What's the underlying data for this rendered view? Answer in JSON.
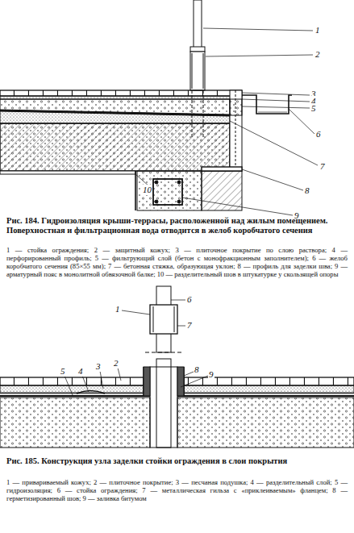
{
  "diagram": {
    "labels": [
      "1",
      "2",
      "3",
      "4",
      "5",
      "6",
      "7",
      "8",
      "9",
      "10",
      "Рис. 184. Гидроизоляция крыши-террасы, расположенной над жилым помещением. Поверхностная и фильтрационная вода отводится в желоб коробчатого сечения",
      "1 — стойка ограждения; 2 — защитный кожух; 3 — плиточное покрытие по слою раствора; 4 — перфорированный профиль; 5 — фильтрующий слой (бетон с монофракционным заполнителем); 6 — желоб коробчатого сечения (85×55 мм); 7 — бетонная стяжка, образующая уклон; 8 — профиль для заделки шва; 9 — арматурный пояс в монолитной обвязочной балке; 10 — разделительный шов в штукатурке у скользящей опоры",
      "1",
      "6",
      "7",
      "5",
      "4",
      "3",
      "2",
      "8",
      "9",
      "Рис. 185. Конструкция узла заделки стойки ограждения в слои покрытия",
      "1 — привариваемый кожух; 2 — плиточное покрытие; 3 — песчаная подушка; 4 — разделительный слой; 5 — гидроизоляция; 6 — стойка ограждения; 7 — металлическая гильза с «приклеиваемым» фланцем; 8 — герметизированный шов; 9 — заливка битумом"
    ]
  }
}
